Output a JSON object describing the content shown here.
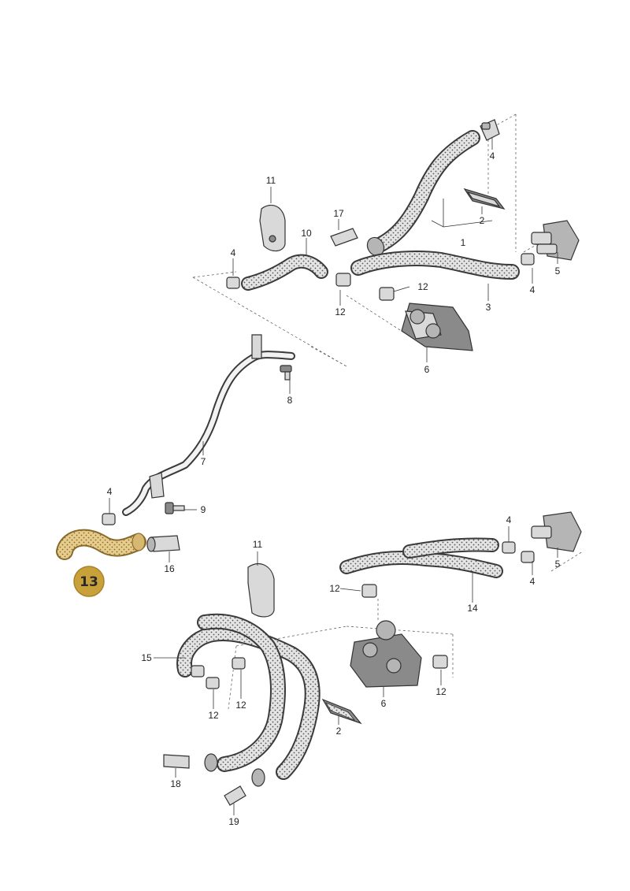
{
  "labels": {
    "p1": "1",
    "p2a": "2",
    "p2b": "2",
    "p3": "3",
    "p4a": "4",
    "p4b": "4",
    "p4c": "4",
    "p4d": "4",
    "p4e": "4",
    "p4f": "4",
    "p5a": "5",
    "p5b": "5",
    "p6a": "6",
    "p6b": "6",
    "p7": "7",
    "p8": "8",
    "p9": "9",
    "p10": "10",
    "p11a": "11",
    "p11b": "11",
    "p12a": "12",
    "p12b": "12",
    "p12c": "12",
    "p12d": "12",
    "p12e": "12",
    "p12f": "12",
    "p14": "14",
    "p15": "15",
    "p16": "16",
    "p17": "17",
    "p18": "18",
    "p19": "19"
  },
  "highlight": {
    "label": "13",
    "color": "#c9a13b",
    "hose_color": "#e2c98a"
  }
}
